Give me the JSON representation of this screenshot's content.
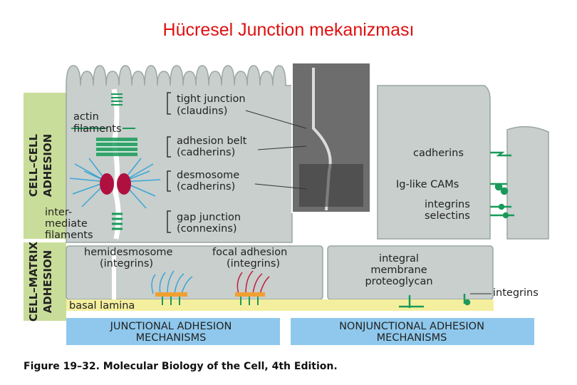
{
  "title": "Hücresel Junction mekanizması",
  "side_labels": {
    "cell_cell_line1": "CELL–CELL",
    "cell_cell_line2": "ADHESION",
    "cell_matrix_line1": "CELL–MATRIX",
    "cell_matrix_line2": "ADHESION"
  },
  "left_labels": {
    "actin_1": "actin",
    "actin_2": "filaments",
    "inter_1": "inter-",
    "inter_2": "mediate",
    "inter_3": "filaments"
  },
  "junctions": {
    "tight_1": "tight junction",
    "tight_2": "(claudins)",
    "belt_1": "adhesion belt",
    "belt_2": "(cadherins)",
    "desmo_1": "desmosome",
    "desmo_2": "(cadherins)",
    "gap_1": "gap junction",
    "gap_2": "(connexins)"
  },
  "right_labels": {
    "cadherins": "cadherins",
    "igcams": "Ig-like CAMs",
    "integrins": "integrins",
    "selectins": "selectins"
  },
  "matrix_labels": {
    "hemi_1": "hemidesmosome",
    "hemi_2": "(integrins)",
    "focal_1": "focal adhesion",
    "focal_2": "(integrins)",
    "proteo_1": "integral",
    "proteo_2": "membrane",
    "proteo_3": "proteoglycan",
    "integrins_right": "integrins",
    "basal_lamina": "basal lamina"
  },
  "mechanisms": {
    "junctional_1": "JUNCTIONAL ADHESION",
    "junctional_2": "MECHANISMS",
    "nonjunctional_1": "NONJUNCTIONAL ADHESION",
    "nonjunctional_2": "MECHANISMS"
  },
  "caption": "Figure 19–32. Molecular Biology of the Cell, 4th Edition.",
  "colors": {
    "title": "#e01010",
    "cell_fill": "#c8cfcc",
    "green_band": "#c9dd9a",
    "blue_band": "#8fc8ec",
    "basal_lamina": "#f4ef9e",
    "junction_green": "#1a9a5a",
    "desmosome_red": "#b01040",
    "filament_blue": "#3aa6d8",
    "focal_red": "#c02040",
    "plaque_orange": "#f0a030"
  }
}
